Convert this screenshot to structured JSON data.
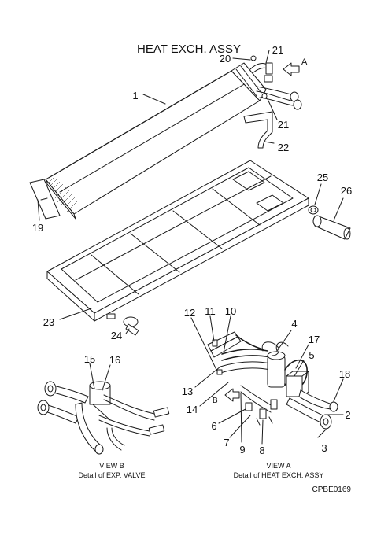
{
  "title": "HEAT EXCH. ASSY",
  "view_a_marker": "A",
  "view_b_marker": "B",
  "callouts": [
    {
      "id": "1"
    },
    {
      "id": "2"
    },
    {
      "id": "3"
    },
    {
      "id": "4"
    },
    {
      "id": "5"
    },
    {
      "id": "6"
    },
    {
      "id": "7"
    },
    {
      "id": "8"
    },
    {
      "id": "9"
    },
    {
      "id": "10"
    },
    {
      "id": "11"
    },
    {
      "id": "12"
    },
    {
      "id": "13"
    },
    {
      "id": "14"
    },
    {
      "id": "15"
    },
    {
      "id": "16"
    },
    {
      "id": "17"
    },
    {
      "id": "18"
    },
    {
      "id": "19"
    },
    {
      "id": "20"
    },
    {
      "id": "21"
    },
    {
      "id": "21"
    },
    {
      "id": "22"
    },
    {
      "id": "23"
    },
    {
      "id": "24"
    },
    {
      "id": "25"
    },
    {
      "id": "26"
    }
  ],
  "view_b_caption": {
    "line1": "VIEW B",
    "line2": "Detail of EXP. VALVE"
  },
  "view_a_caption": {
    "line1": "VIEW A",
    "line2": "Detail of HEAT EXCH. ASSY"
  },
  "drawing_code": "CPBE0169"
}
